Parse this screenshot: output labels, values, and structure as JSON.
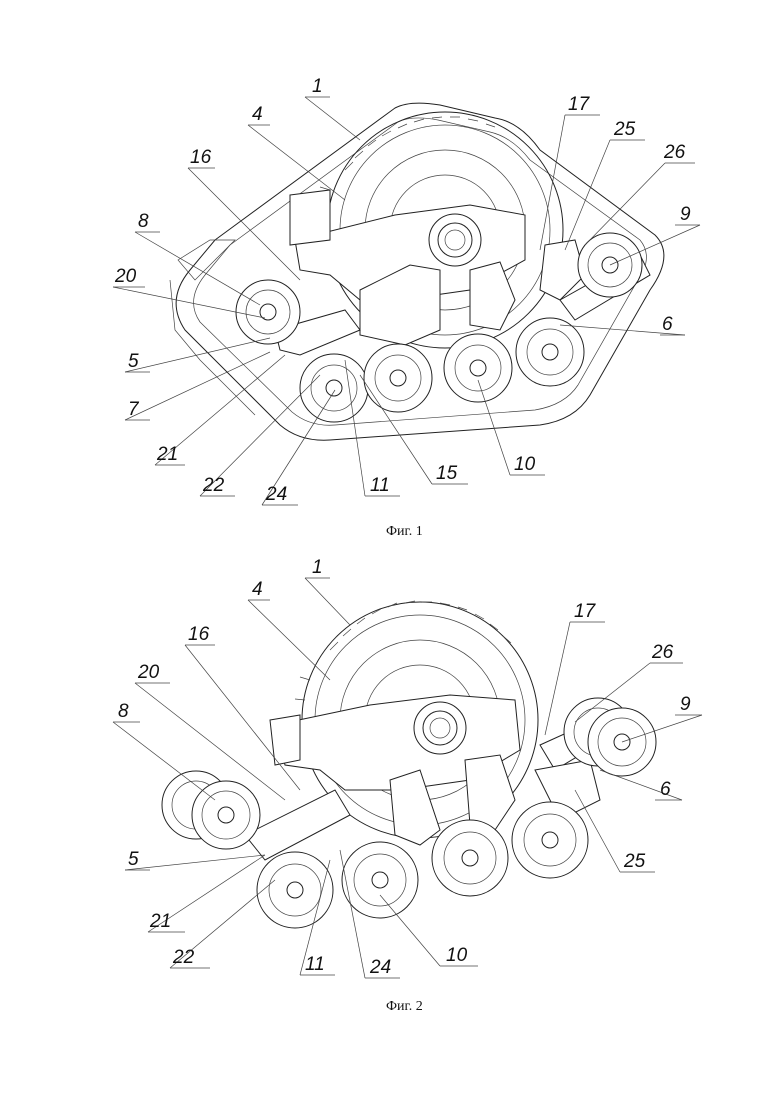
{
  "figures": [
    {
      "caption": "Фиг. 1",
      "callouts": [
        "1",
        "4",
        "16",
        "8",
        "20",
        "5",
        "7",
        "21",
        "22",
        "24",
        "11",
        "15",
        "10",
        "6",
        "9",
        "26",
        "25",
        "17"
      ]
    },
    {
      "caption": "Фиг. 2",
      "callouts": [
        "1",
        "4",
        "16",
        "20",
        "8",
        "5",
        "21",
        "22",
        "11",
        "24",
        "10",
        "25",
        "6",
        "9",
        "26",
        "17"
      ]
    }
  ]
}
